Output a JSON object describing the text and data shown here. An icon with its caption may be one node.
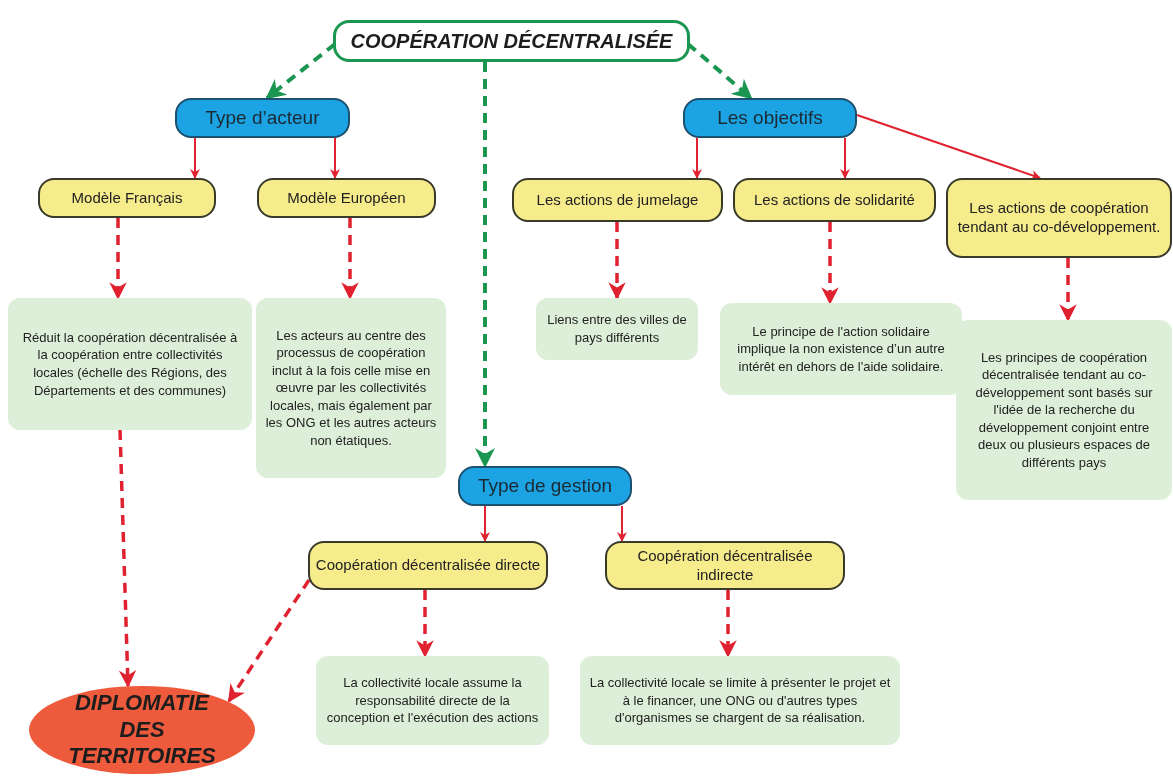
{
  "diagram": {
    "nodes": [
      {
        "text": [
          "COOPÉRATION DÉCENTRALISÉE"
        ]
      },
      {
        "text": [
          "Type d’acteur"
        ]
      },
      {
        "text": [
          "Les objectifs"
        ]
      },
      {
        "text": [
          "Modèle Français"
        ]
      },
      {
        "text": [
          "Modèle  Européen"
        ]
      },
      {
        "text": [
          "Les actions de jumelage"
        ]
      },
      {
        "text": [
          "Les actions de solidarité"
        ]
      },
      {
        "text": [
          "Les actions de coopération tendant au co-développement."
        ]
      },
      {
        "text": [
          "Réduit la coopération décentralisée à la coopération entre collectivités locales (échelle des Régions, des Départements et des communes)"
        ]
      },
      {
        "text": [
          "Les acteurs au centre des processus de coopération inclut à la fois celle mise en œuvre par les collectivités locales, mais également par les ONG et les autres acteurs non étatiques."
        ]
      },
      {
        "text": [
          "Liens entre des villes de pays différents"
        ]
      },
      {
        "text": [
          "Le principe de l'action solidaire implique la non existence d’un autre intérêt en dehors de l'aide solidaire."
        ]
      },
      {
        "text": [
          "Les principes de coopération décentralisée tendant au co-développement sont basés sur l'idée de la recherche du développement conjoint entre deux ou plusieurs espaces de différents pays"
        ]
      },
      {
        "text": [
          "Type de gestion"
        ]
      },
      {
        "text": [
          "Coopération décentralisée directe"
        ]
      },
      {
        "text": [
          "Coopération décentralisée indirecte"
        ]
      },
      {
        "text": [
          "La collectivité locale assume la responsabilité directe de la conception et l'exécution des actions"
        ]
      },
      {
        "text": [
          "La collectivité locale se limite à présenter le projet et à le financer, une ONG ou d'autres types d'organismes se chargent de sa réalisation."
        ]
      },
      {
        "text": [
          "DIPLOMATIE DES TERRITOIRES"
        ]
      }
    ],
    "edges": [
      {
        "from": 0,
        "to": 1,
        "arrow": "to",
        "style": "dashed",
        "color": "#1a9650"
      },
      {
        "from": 0,
        "to": 2,
        "arrow": "to",
        "style": "dashed",
        "color": "#1a9650"
      },
      {
        "from": 0,
        "to": 13,
        "arrow": "to",
        "style": "dashed",
        "color": "#1a9650"
      },
      {
        "from": 1,
        "to": 3,
        "arrow": "to"
      },
      {
        "from": 1,
        "to": 4,
        "arrow": "to"
      },
      {
        "from": 2,
        "to": 5,
        "arrow": "to"
      },
      {
        "from": 2,
        "to": 6,
        "arrow": "to"
      },
      {
        "from": 2,
        "to": 7,
        "arrow": "to"
      },
      {
        "from": 3,
        "to": 8,
        "arrow": "to",
        "style": "dashed"
      },
      {
        "from": 4,
        "to": 9,
        "arrow": "to",
        "style": "dashed"
      },
      {
        "from": 5,
        "to": 10,
        "arrow": "to",
        "style": "dashed"
      },
      {
        "from": 6,
        "to": 11,
        "arrow": "to",
        "style": "dashed"
      },
      {
        "from": 7,
        "to": 12,
        "arrow": "to",
        "style": "dashed"
      },
      {
        "from": 13,
        "to": 14,
        "arrow": "to"
      },
      {
        "from": 13,
        "to": 15,
        "arrow": "to"
      },
      {
        "from": 14,
        "to": 16,
        "arrow": "to",
        "style": "dashed"
      },
      {
        "from": 15,
        "to": 17,
        "arrow": "to",
        "style": "dashed"
      },
      {
        "from": 8,
        "to": 18,
        "arrow": "to",
        "style": "dashed"
      },
      {
        "from": 14,
        "to": 18,
        "arrow": "to",
        "style": "dashed"
      }
    ]
  }
}
